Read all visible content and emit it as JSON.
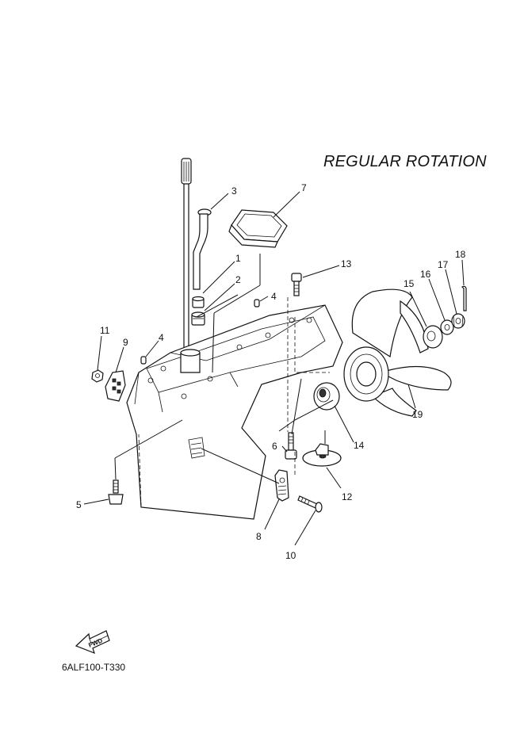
{
  "title": "REGULAR ROTATION",
  "diagram_code": "6ALF100-T330",
  "fwd_label": "FWD",
  "callouts": [
    "1",
    "2",
    "3",
    "4",
    "4",
    "5",
    "6",
    "7",
    "8",
    "9",
    "10",
    "11",
    "12",
    "13",
    "14",
    "15",
    "16",
    "17",
    "18",
    "19"
  ],
  "colors": {
    "ink": "#111111",
    "paper": "#ffffff"
  }
}
